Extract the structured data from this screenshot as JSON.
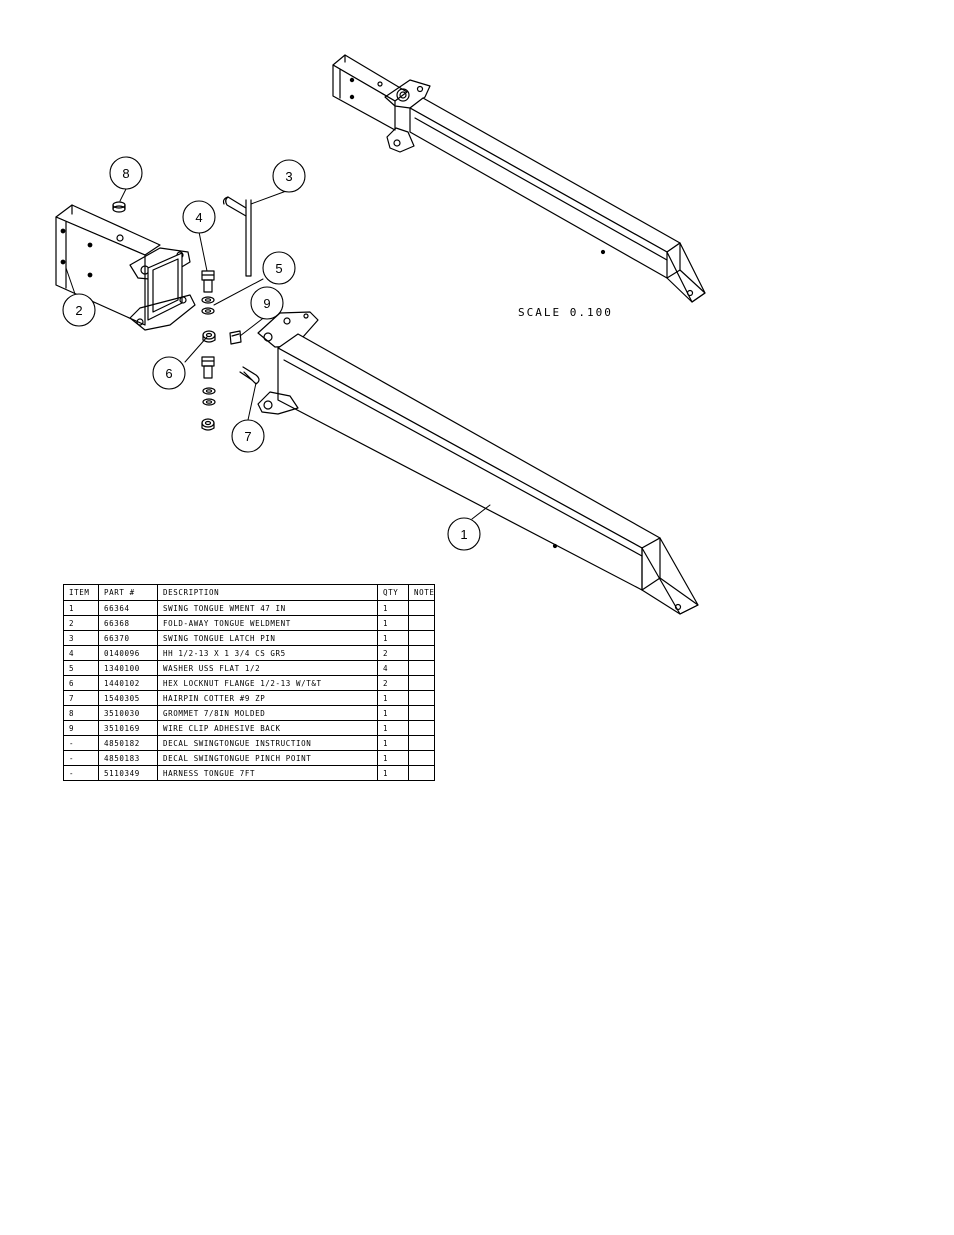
{
  "scale_note": "SCALE  0.100",
  "balloons": [
    {
      "id": "balloon-1",
      "label": "1"
    },
    {
      "id": "balloon-2",
      "label": "2"
    },
    {
      "id": "balloon-3",
      "label": "3"
    },
    {
      "id": "balloon-4",
      "label": "4"
    },
    {
      "id": "balloon-5",
      "label": "5"
    },
    {
      "id": "balloon-6",
      "label": "6"
    },
    {
      "id": "balloon-7",
      "label": "7"
    },
    {
      "id": "balloon-8",
      "label": "8"
    },
    {
      "id": "balloon-9",
      "label": "9"
    }
  ],
  "bom": {
    "headers": {
      "item": "ITEM",
      "part": "PART #",
      "description": "DESCRIPTION",
      "qty": "QTY",
      "note": "NOTE"
    },
    "rows": [
      {
        "item": "1",
        "part": "66364",
        "description": "SWING TONGUE WMENT 47 IN",
        "qty": "1",
        "note": ""
      },
      {
        "item": "2",
        "part": "66368",
        "description": "FOLD-AWAY TONGUE WELDMENT",
        "qty": "1",
        "note": ""
      },
      {
        "item": "3",
        "part": "66370",
        "description": "SWING TONGUE LATCH PIN",
        "qty": "1",
        "note": ""
      },
      {
        "item": "4",
        "part": "0140096",
        "description": "HH 1/2-13 X 1 3/4 CS GR5",
        "qty": "2",
        "note": ""
      },
      {
        "item": "5",
        "part": "1340100",
        "description": "WASHER USS FLAT 1/2",
        "qty": "4",
        "note": ""
      },
      {
        "item": "6",
        "part": "1440102",
        "description": "HEX LOCKNUT FLANGE 1/2-13 W/T&T",
        "qty": "2",
        "note": ""
      },
      {
        "item": "7",
        "part": "1540305",
        "description": "HAIRPIN COTTER #9 ZP",
        "qty": "1",
        "note": ""
      },
      {
        "item": "8",
        "part": "3510030",
        "description": "GROMMET  7/8IN MOLDED",
        "qty": "1",
        "note": ""
      },
      {
        "item": "9",
        "part": "3510169",
        "description": "WIRE CLIP   ADHESIVE BACK",
        "qty": "1",
        "note": ""
      },
      {
        "item": "-",
        "part": "4850182",
        "description": "DECAL SWINGTONGUE INSTRUCTION",
        "qty": "1",
        "note": ""
      },
      {
        "item": "-",
        "part": "4850183",
        "description": "DECAL SWINGTONGUE PINCH POINT",
        "qty": "1",
        "note": ""
      },
      {
        "item": "-",
        "part": "5110349",
        "description": "HARNESS   TONGUE 7FT",
        "qty": "1",
        "note": ""
      }
    ]
  }
}
